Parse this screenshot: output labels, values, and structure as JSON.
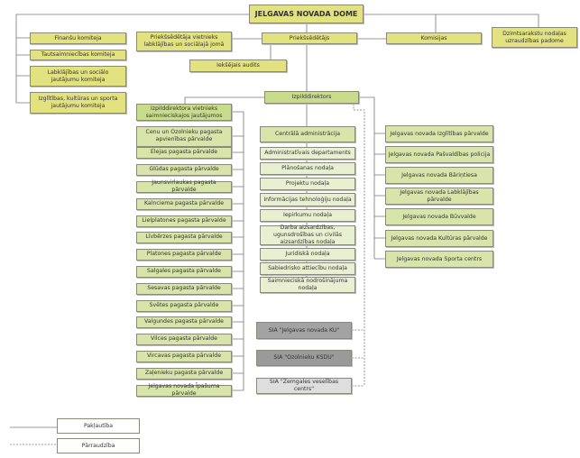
{
  "title": "JELGAVAS NOVADA DOME",
  "committees": [
    "Finanšu komiteja",
    "Tautsaimniecības komiteja",
    "Labklājības un sociālo jautājumu komiteja",
    "Izglītības, kultūras un sporta jautājumu komiteja"
  ],
  "deputy_chair": "Priekšsēdētāja vietnieks labklājības un sociālajā jomā",
  "chair": "Priekšsēdētājs",
  "audit": "Iekšējais audits",
  "commissions": "Komisijas",
  "registry_board": "Dzimtsarakstu nodaļas uzraudzības padome",
  "director": "Izpilddirektors",
  "deputy_director": "Izpilddirektora vietnieks saimnieciskajos jautājumos",
  "parishes": [
    "Cenu un Ozolnieku pagasta apvienības pārvalde",
    "Elejas pagasta pārvalde",
    "Glūdas pagasta pārvalde",
    "Jaunsvirlaukas pagasta pārvalde",
    "Kalnciema pagasta pārvalde",
    "Lielplatones pagasta pārvalde",
    "Līvbērzes pagasta pārvalde",
    "Platones pagasta pārvalde",
    "Salgales pagasta pārvalde",
    "Sesavas pagasta pārvalde",
    "Svētes pagasta pārvalde",
    "Valgundes pagasta pārvalde",
    "Vilces pagasta pārvalde",
    "Vircavas pagasta pārvalde",
    "Zaļenieku pagasta pārvalde",
    "Jelgavas novada Īpašuma pārvalde"
  ],
  "central_admin": "Centrālā administrācija",
  "departments": [
    "Administratīvais departaments",
    "Plānošanas nodaļa",
    "Projektu nodaļa",
    "Informācijas tehnoloģiju nodaļa",
    "Iepirkumu nodaļa",
    "Darba aizsardzības, ugunsdrošības un civilās aizsardzības nodaļa",
    "Juridiskā nodaļa",
    "Sabiedrisko attiecību nodaļa",
    "Saimnieciskā nodrošinājuma nodaļa"
  ],
  "companies": [
    "SIA \"Jelgavas novada KU\"",
    "SIA \"Ozolnieku KSDU\"",
    "SIA \"Zemgales veselības centrs\""
  ],
  "institutions": [
    "Jelgavas novada Izglītības pārvalde",
    "Jelgavas novada Pašvaldības policija",
    "Jelgavas novada Bāriņtiesa",
    "Jelgavas novada Labklājības pārvalde",
    "Jelgavas novada Būvvalde",
    "Jelgavas novada Kultūras pārvalde",
    "Jelgavas  novada Sporta centrs"
  ],
  "legend": {
    "solid": "Pakļautība",
    "dashed": "Pārraudzība"
  }
}
